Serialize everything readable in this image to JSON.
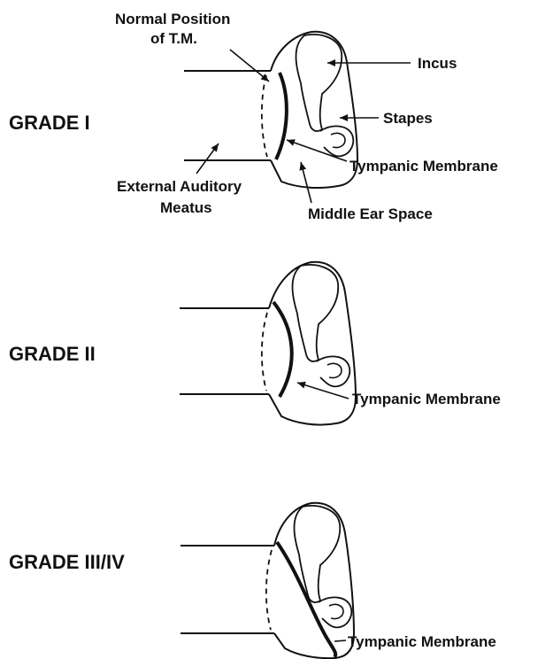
{
  "labels": {
    "grade1": "GRADE I",
    "grade2": "GRADE II",
    "grade3": "GRADE III/IV",
    "normal_position_line1": "Normal Position",
    "normal_position_line2": "of T.M.",
    "incus": "Incus",
    "stapes": "Stapes",
    "tympanic_membrane_1": "Tympanic Membrane",
    "external_meatus_line1": "External Auditory",
    "external_meatus_line2": "Meatus",
    "middle_ear_space": "Middle Ear Space",
    "tympanic_membrane_2": "Tympanic Membrane",
    "tympanic_membrane_3": "Tympanic Membrane"
  }
}
